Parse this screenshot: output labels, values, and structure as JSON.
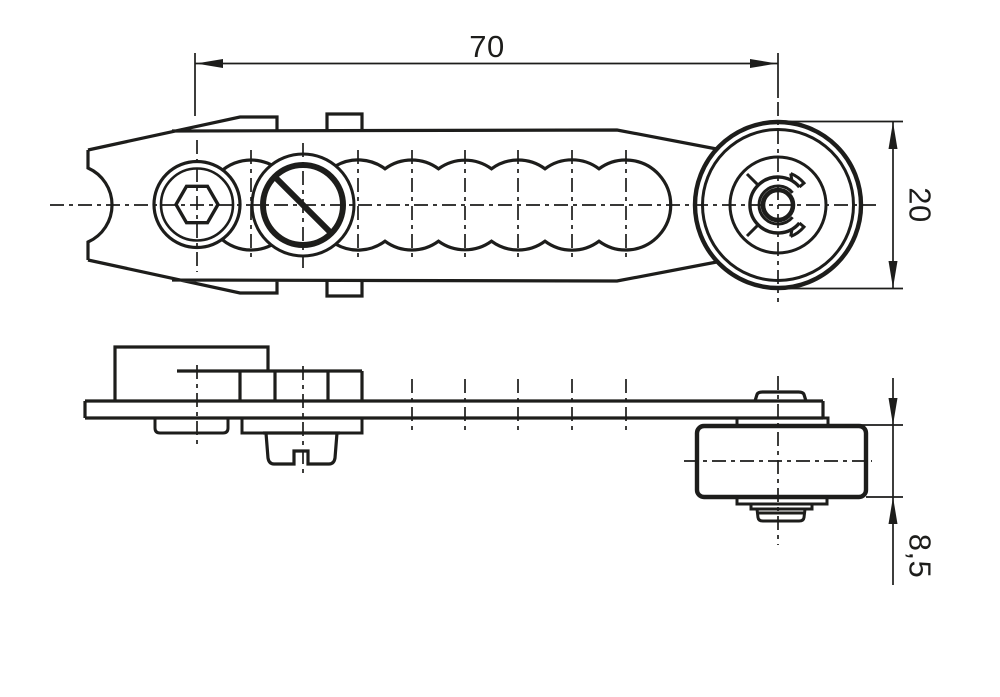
{
  "page": {
    "background_color": "#ffffff"
  },
  "drawing": {
    "line_color": "#1d1d1b",
    "description": "Two-view technical drawing of a roller lever arm",
    "dimensions": {
      "length": {
        "label": "70"
      },
      "roller_diameter": {
        "label": "20"
      },
      "roller_width": {
        "label": "8,5"
      }
    }
  }
}
